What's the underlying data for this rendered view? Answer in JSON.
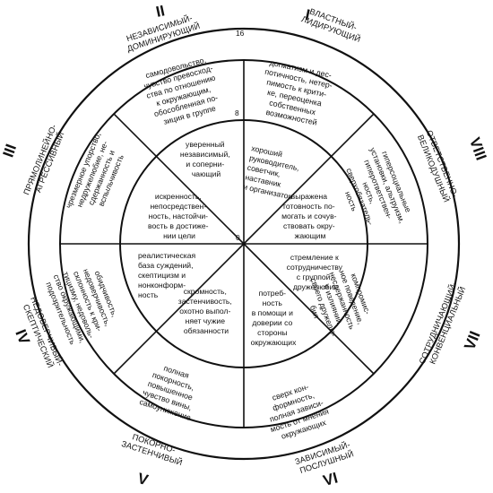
{
  "diagram": {
    "scale_labels": {
      "outer": "16",
      "middle": "8",
      "center": "0"
    },
    "octants": [
      {
        "numeral": "I",
        "name": [
          "ВЛАСТНЫЙ-",
          "ЛИДИРУЮЩИЙ"
        ],
        "outer_text": [
          "догматизм и дес-",
          "потичность, нетер-",
          "пимость к крити-",
          "ке, переоценка",
          "собственных",
          "возможностей"
        ],
        "inner_text": [
          "хороший",
          "руководитель,",
          "советчик,",
          "наставник",
          "и организатор"
        ]
      },
      {
        "numeral": "VIII",
        "name": [
          "ОТВЕТСТВЕННО-",
          "ВЕЛИКОДУШНЫЙ"
        ],
        "outer_text": [
          "гиперсоциальные",
          "установки, альтруизм,",
          "гиперответствен-",
          "ность,",
          "сверхобязатель-",
          "ность"
        ],
        "inner_text": [
          "выражена",
          "готовность по-",
          "могать и сочув-",
          "ствовать окру-",
          "жающим"
        ]
      },
      {
        "numeral": "VII",
        "name": [
          "СОТРУДНИЧАЮЩИЙ-",
          "КОНВЕНЦИАЛЬНЫЙ"
        ],
        "outer_text": [
          "компромис-",
          "ное поведение,",
          "несдержанность",
          "в излиянии",
          "своего дружелю-",
          "бия"
        ],
        "inner_text": [
          "стремление к",
          "сотрудничеству",
          "с группой,",
          "дружелюбие"
        ]
      },
      {
        "numeral": "VI",
        "name": [
          "ЗАВИСИМЫЙ-",
          "ПОСЛУШНЫЙ"
        ],
        "outer_text": [
          "сверх кон-",
          "формность,",
          "полная зависи-",
          "мость от мнения",
          "окружающих"
        ],
        "inner_text": [
          "потреб-",
          "ность",
          "в помощи и",
          "доверии со",
          "стороны",
          "окружающих"
        ]
      },
      {
        "numeral": "V",
        "name": [
          "ПОКОРНО-",
          "ЗАСТЕНЧИВЫЙ"
        ],
        "outer_text": [
          "полная",
          "покорность,",
          "повышенное",
          "чувство вины,",
          "самоунижение"
        ],
        "inner_text": [
          "скромность,",
          "застенчивость,",
          "охотно выпол-",
          "няет чужие",
          "обязанности"
        ]
      },
      {
        "numeral": "IV",
        "name": [
          "НЕДОВЕРЧИВЫЙ-",
          "СКЕПТИЧЕСКИЙ"
        ],
        "outer_text": [
          "обидчивость,",
          "недоверчивость,",
          "склонность к кри-",
          "тицизму, недоволь-",
          "ство окружающими,",
          "подозрительность"
        ],
        "inner_text": [
          "реалистическая",
          "база суждений,",
          "скептицизм и",
          "нонконформ-",
          "ность"
        ]
      },
      {
        "numeral": "III",
        "name": [
          "ПРЯМОЛИНЕЙНО-",
          "АГРЕССИВНЫЙ"
        ],
        "outer_text": [
          "чрезмерное упорство,",
          "недружелюбие, не-",
          "сдержанность и",
          "вспыльчивость"
        ],
        "inner_text": [
          "искренность,",
          "непосредствен-",
          "ность, настойчи-",
          "вость в достиже-",
          "нии цели"
        ]
      },
      {
        "numeral": "II",
        "name": [
          "НЕЗАВИСИМЫЙ-",
          "ДОМИНИРУЮЩИЙ"
        ],
        "outer_text": [
          "самодовольство,",
          "чувство превосход-",
          "ства по отношению",
          "к окружающим,",
          "обособленная по-",
          "зиция в группе"
        ],
        "inner_text": [
          "уверенный",
          "независимый,",
          "и соперни-",
          "чающий"
        ]
      }
    ]
  }
}
